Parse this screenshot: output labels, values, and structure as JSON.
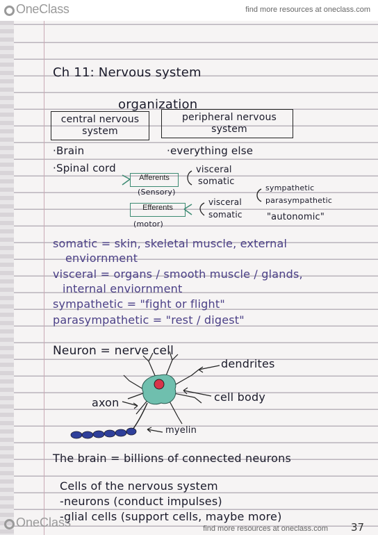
{
  "header": {
    "logo_text": "OneClass",
    "tagline": "find more resources at oneclass.com"
  },
  "footer": {
    "logo_text": "OneClass",
    "tagline": "find more resources at oneclass.com",
    "page_number": "37"
  },
  "notes": {
    "title": "Ch 11: Nervous system",
    "subtitle": "organization",
    "cns_box": "central nervous system",
    "pns_box": "peripheral nervous system",
    "brain": "·Brain",
    "spinal_cord": "·Spinal cord",
    "everything_else": "·everything else",
    "afferents": "Afferents",
    "sensory": "(Sensory)",
    "visceral_1": "visceral",
    "somatic_1": "somatic",
    "efferents": "Efferents",
    "motor": "(motor)",
    "visceral_2": "visceral",
    "somatic_2": "somatic",
    "sympathetic": "sympathetic",
    "parasympathetic": "parasympathetic",
    "autonomic": "\"autonomic\"",
    "def_somatic_1": "somatic = skin, skeletal muscle, external",
    "def_somatic_2": "enviornment",
    "def_visceral_1": "visceral = organs / smooth muscle / glands,",
    "def_visceral_2": "internal enviornment",
    "def_sympathetic": "sympathetic = \"fight or flight\"",
    "def_parasympathetic": "parasympathetic = \"rest / digest\"",
    "neuron": "Neuron = nerve cell",
    "label_dendrites": "dendrites",
    "label_cell_body": "cell body",
    "label_axon": "axon",
    "label_myelin": "myelin",
    "brain_line": "The brain = billions of connected neurons",
    "cells_title": "Cells of the nervous system",
    "cells_neurons": "-neurons (conduct impulses)",
    "cells_glial": "-glial cells (support cells, maybe more)"
  },
  "colors": {
    "ink": "#1a1a2a",
    "purple_ink": "#4a3f86",
    "arrow_green": "#3c8a72",
    "cell_body_teal": "#6fbfae",
    "nucleus_red": "#d8344a",
    "myelin_blue": "#2f3f9a"
  }
}
